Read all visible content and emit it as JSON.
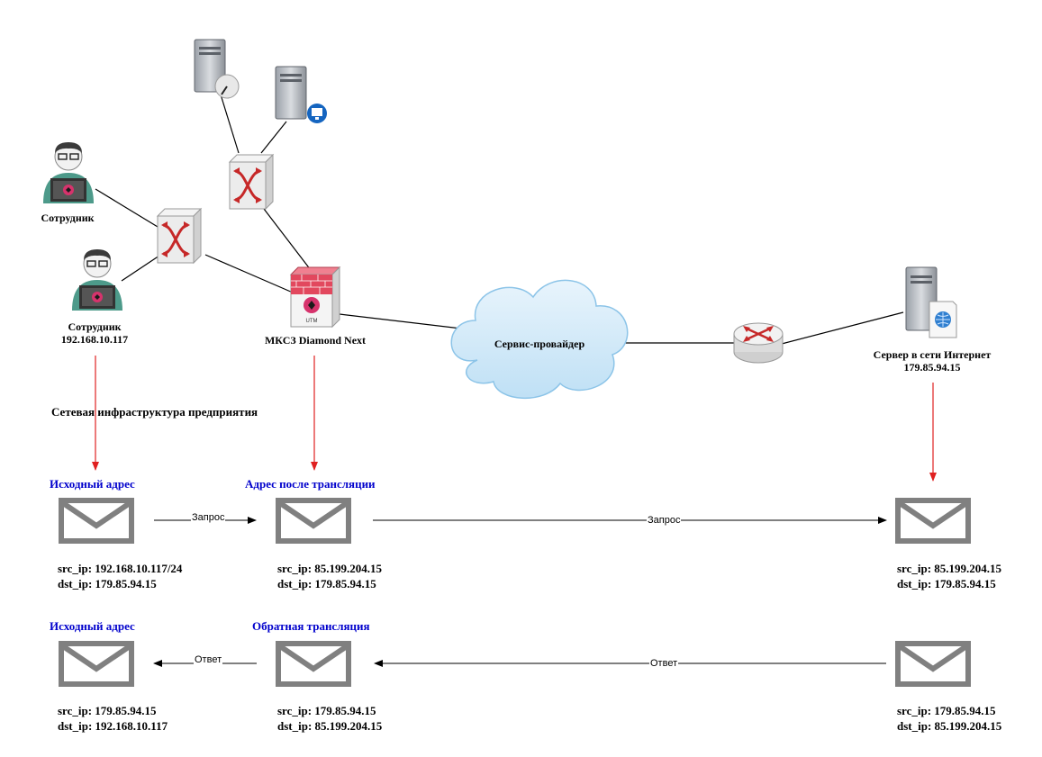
{
  "colors": {
    "accent_blue": "#0000cc",
    "arrow_red": "#e02020",
    "line": "#000000",
    "envelope": "#808080"
  },
  "nodes": {
    "employee_1": {
      "label": "Сотрудник"
    },
    "employee_2": {
      "label_line1": "Сотрудник",
      "label_line2": "192.168.10.117"
    },
    "firewall": {
      "label": "МКСЗ Diamond Next",
      "badge": "UTM"
    },
    "provider": {
      "label": "Сервис-провайдер"
    },
    "internet_server": {
      "label_line1": "Сервер в сети Интернет",
      "label_line2": "179.85.94.15"
    },
    "infra_caption": "Сетевая инфраструктура предприятия"
  },
  "flows": {
    "request": {
      "source": {
        "heading": "Исходный адрес",
        "src": "src_ip: 192.168.10.117/24",
        "dst": "dst_ip: 179.85.94.15"
      },
      "translated": {
        "heading": "Адрес после трансляции",
        "src": "src_ip: 85.199.204.15",
        "dst": "dst_ip: 179.85.94.15"
      },
      "server": {
        "src": "src_ip: 85.199.204.15",
        "dst": "dst_ip: 179.85.94.15"
      },
      "arrow_label": "Запрос"
    },
    "response": {
      "source": {
        "heading": "Исходный адрес",
        "src": "src_ip: 179.85.94.15",
        "dst": "dst_ip: 192.168.10.117"
      },
      "translated": {
        "heading": "Обратная трансляция",
        "src": "src_ip: 179.85.94.15",
        "dst": "dst_ip: 85.199.204.15"
      },
      "server": {
        "src": "src_ip: 179.85.94.15",
        "dst": "dst_ip: 85.199.204.15"
      },
      "arrow_label": "Ответ"
    }
  }
}
